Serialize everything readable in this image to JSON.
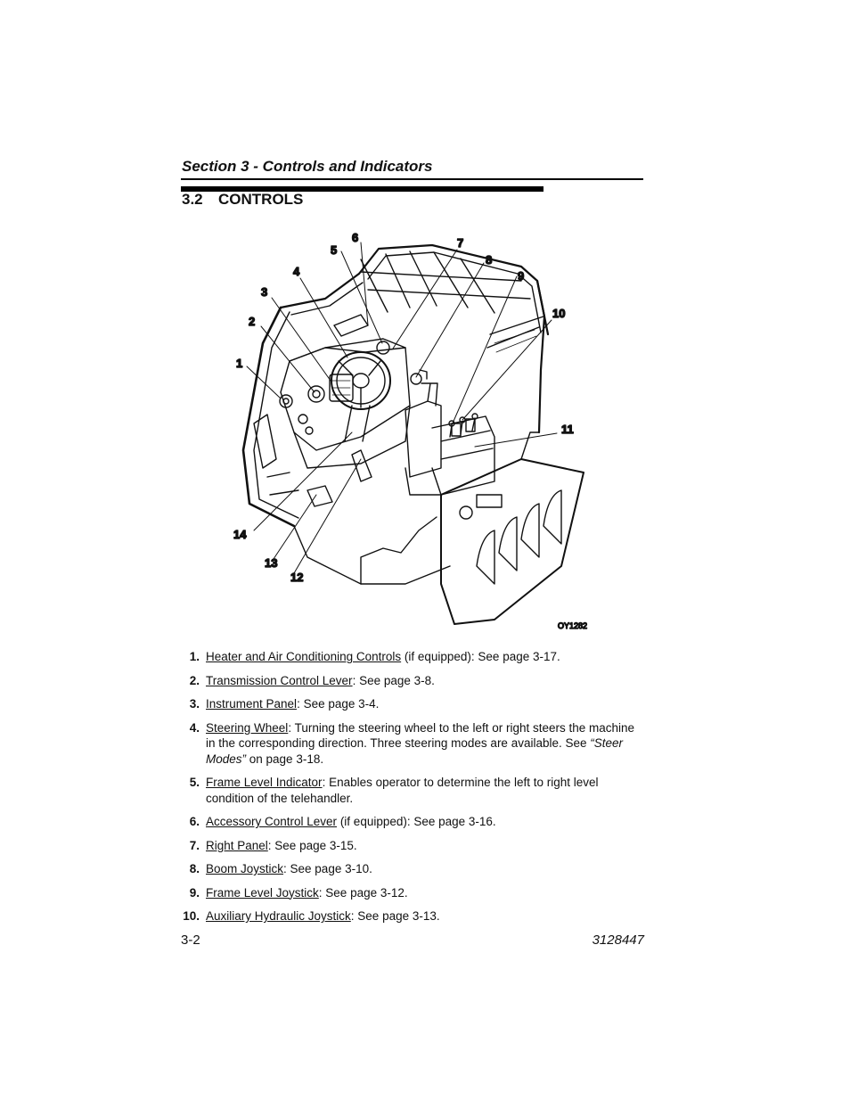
{
  "header": {
    "section_title": "Section 3 - Controls and Indicators",
    "heading_number": "3.2",
    "heading_title": "CONTROLS"
  },
  "figure": {
    "code": "OY1282",
    "callouts": [
      "1",
      "2",
      "3",
      "4",
      "5",
      "6",
      "7",
      "8",
      "9",
      "10",
      "11",
      "12",
      "13",
      "14"
    ]
  },
  "items": [
    {
      "num": "1.",
      "term": "Heater and Air Conditioning Controls",
      "rest": " (if equipped): See page 3-17."
    },
    {
      "num": "2.",
      "term": "Transmission Control Lever",
      "rest": ": See page 3-8."
    },
    {
      "num": "3.",
      "term": "Instrument Panel",
      "rest": ": See page 3-4."
    },
    {
      "num": "4.",
      "term": "Steering Wheel",
      "rest": ": Turning the steering wheel to the left or right steers the machine in the corresponding direction. Three steering modes are available. See ",
      "italic": "“Steer Modes”",
      "rest2": " on page 3-18."
    },
    {
      "num": "5.",
      "term": "Frame Level Indicator",
      "rest": ": Enables operator to determine the left to right level condition of the telehandler."
    },
    {
      "num": "6.",
      "term": "Accessory Control Lever",
      "rest": " (if equipped): See page 3-16."
    },
    {
      "num": "7.",
      "term": "Right Panel",
      "rest": ": See page 3-15."
    },
    {
      "num": "8.",
      "term": "Boom Joystick",
      "rest": ": See page 3-10."
    },
    {
      "num": "9.",
      "term": "Frame Level Joystick",
      "rest": ": See page 3-12."
    },
    {
      "num": "10.",
      "term": "Auxiliary Hydraulic Joystick",
      "rest": ": See page 3-13."
    }
  ],
  "footer": {
    "page_number": "3-2",
    "doc_number": "3128447"
  }
}
